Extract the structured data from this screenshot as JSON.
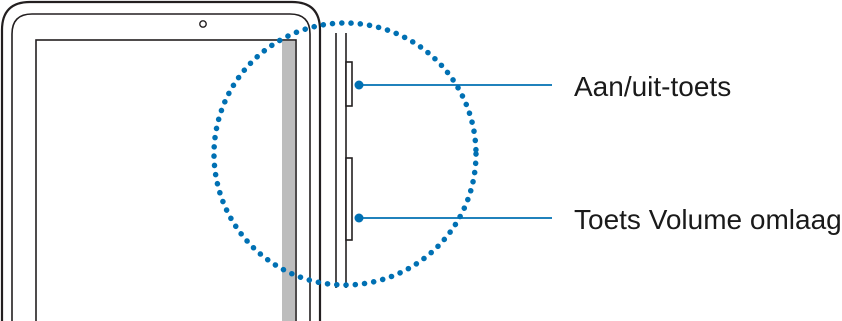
{
  "labels": {
    "power_key": "Aan/uit-toets",
    "volume_down_key": "Toets Volume omlaag"
  },
  "colors": {
    "outline": "#231f20",
    "screen_shade": "#bdbdbd",
    "callout_blue": "#0070b3",
    "background": "#ffffff"
  },
  "icons": {
    "camera": "front-camera-icon",
    "power": "power-key",
    "volume": "volume-down-key"
  }
}
